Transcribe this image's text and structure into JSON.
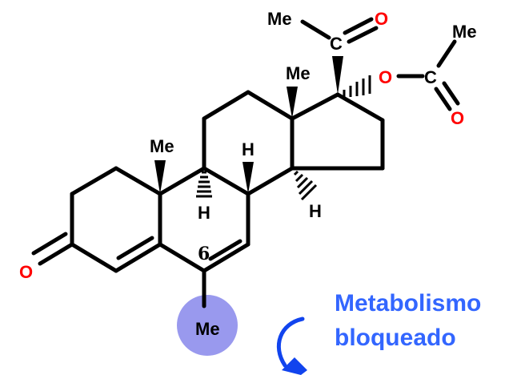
{
  "atoms": {
    "me_acetyl": "Me",
    "o_ketone_side": "O",
    "c_ketone_side": "C",
    "me_c13": "Me",
    "o_ester": "O",
    "c_ester": "C",
    "me_ester": "Me",
    "o_ester_carbonyl": "O",
    "me_c10": "Me",
    "h_c8": "H",
    "h_c9": "H",
    "h_c14": "H",
    "o_c3": "O",
    "position_6": "6",
    "me_c6": "Me"
  },
  "annotation": {
    "line1": "Metabolismo",
    "line2": "bloqueado"
  },
  "colors": {
    "bond": "#000000",
    "heteroatom": "#ff0000",
    "highlight": "#9999ee",
    "annotation": "#3366ff",
    "arrow": "#1144ee"
  }
}
